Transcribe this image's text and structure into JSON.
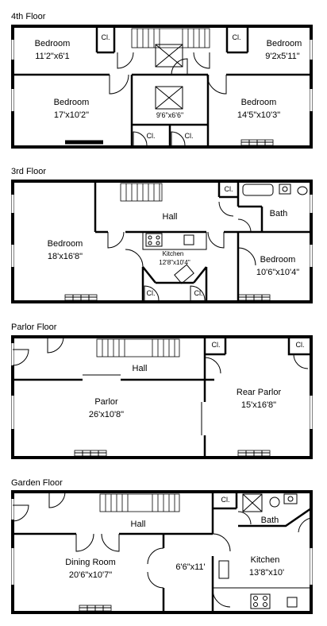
{
  "floors": {
    "fourth": {
      "title": "4th Floor",
      "bedroom_nw": {
        "label": "Bedroom",
        "dim": "11'2\"x6'1"
      },
      "bedroom_ne": {
        "label": "Bedroom",
        "dim": "9'2x5'11\""
      },
      "bedroom_sw": {
        "label": "Bedroom",
        "dim": "17'x10'2\""
      },
      "bedroom_se": {
        "label": "Bedroom",
        "dim": "14'5\"x10'3\""
      },
      "center_dim": "9'6\"x6'6\"",
      "closet_1": "Cl.",
      "closet_2": "Cl.",
      "closet_3": "Cl.",
      "closet_4": "Cl."
    },
    "third": {
      "title": "3rd Floor",
      "hall": "Hall",
      "bath": "Bath",
      "bedroom_w": {
        "label": "Bedroom",
        "dim": "18'x16'8\""
      },
      "kitchen": {
        "label": "Kitchen",
        "dim": "12'8\"x10'4\""
      },
      "bedroom_e": {
        "label": "Bedroom",
        "dim": "10'6\"x10'4\""
      },
      "closet_1": "Cl.",
      "closet_2": "Cl.",
      "closet_3": "Cl."
    },
    "parlor": {
      "title": "Parlor Floor",
      "hall": "Hall",
      "parlor": {
        "label": "Parlor",
        "dim": "26'x10'8\""
      },
      "rear_parlor": {
        "label": "Rear Parlor",
        "dim": "15'x16'8\""
      },
      "closet_1": "Cl.",
      "closet_2": "Cl."
    },
    "garden": {
      "title": "Garden Floor",
      "hall": "Hall",
      "bath": "Bath",
      "dining": {
        "label": "Dining Room",
        "dim": "20'6\"x10'7\""
      },
      "middle_dim": "6'6\"x11'",
      "kitchen": {
        "label": "Kitchen",
        "dim": "13'8\"x10'"
      },
      "closet_1": "Cl."
    }
  }
}
